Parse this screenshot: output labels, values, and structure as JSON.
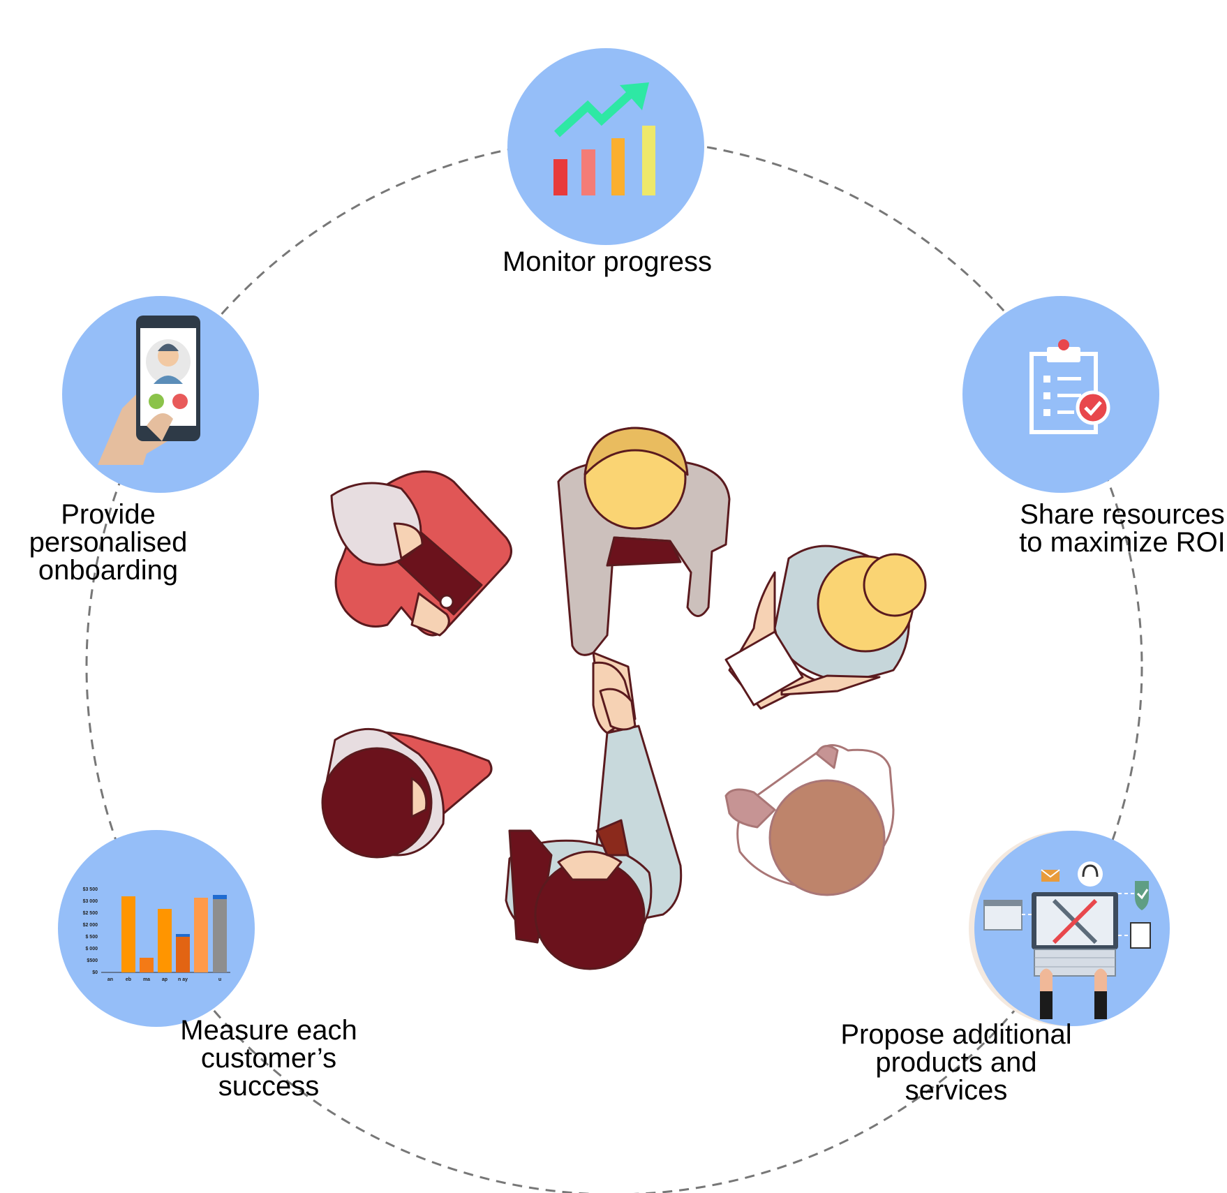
{
  "diagram": {
    "steps": [
      {
        "id": "monitor",
        "label": "Monitor progress",
        "icon": "growth-chart-icon"
      },
      {
        "id": "share",
        "label": "Share resources\nto maximize ROI",
        "icon": "clipboard-checklist-icon"
      },
      {
        "id": "propose",
        "label": "Propose additional\nproducts and\nservices",
        "icon": "laptop-tools-icon"
      },
      {
        "id": "measure",
        "label": "Measure each\ncustomer’s\nsuccess",
        "icon": "bar-chart-icon"
      },
      {
        "id": "onboard",
        "label": "Provide\npersonalised\nonboarding",
        "icon": "phone-call-icon"
      }
    ],
    "center_icon": "handshake-people-icon",
    "circle_color": "#95BEF8",
    "ring_color": "#777777"
  },
  "mini_chart": {
    "y_ticks": [
      "$3 500",
      "$3 000",
      "$2 500",
      "$2 000",
      "$ 500",
      "$ 000",
      "$500",
      "$0"
    ],
    "x_ticks": [
      "an",
      "eb",
      "ma",
      "ap",
      "n ay",
      "u"
    ]
  }
}
